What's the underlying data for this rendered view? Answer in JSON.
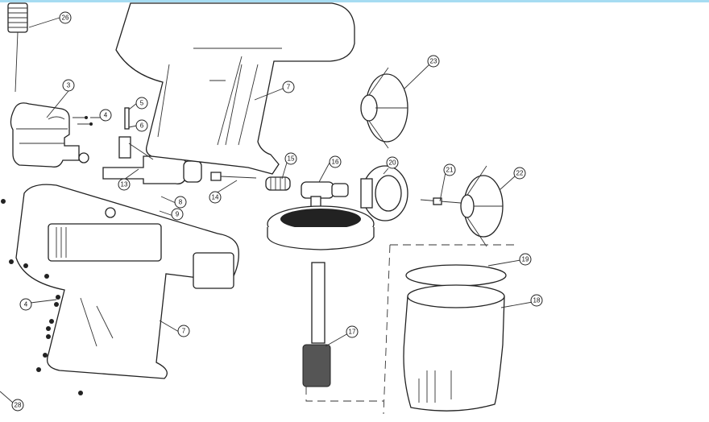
{
  "diagram": {
    "type": "exploded-parts-view",
    "callouts": [
      "26",
      "3",
      "4",
      "5",
      "6",
      "7",
      "23",
      "13",
      "15",
      "16",
      "20",
      "21",
      "22",
      "8",
      "9",
      "14",
      "19",
      "18",
      "17",
      "4",
      "7",
      "28"
    ]
  }
}
